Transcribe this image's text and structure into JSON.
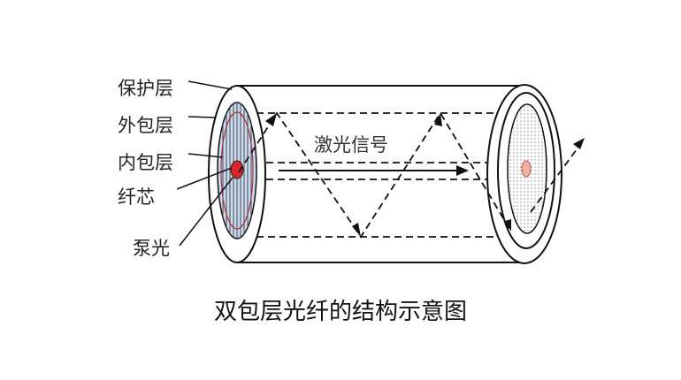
{
  "labels": {
    "protective_layer": "保护层",
    "outer_cladding": "外包层",
    "inner_cladding": "内包层",
    "core": "纤芯",
    "pump_light": "泵光"
  },
  "signal_label": "激光信号",
  "caption": "双包层光纤的结构示意图",
  "colors": {
    "core_red": "#d9262b",
    "core_exit": "#f2b3a6",
    "inner_cladding_blue": "#c9dcf3",
    "line": "#111111"
  }
}
